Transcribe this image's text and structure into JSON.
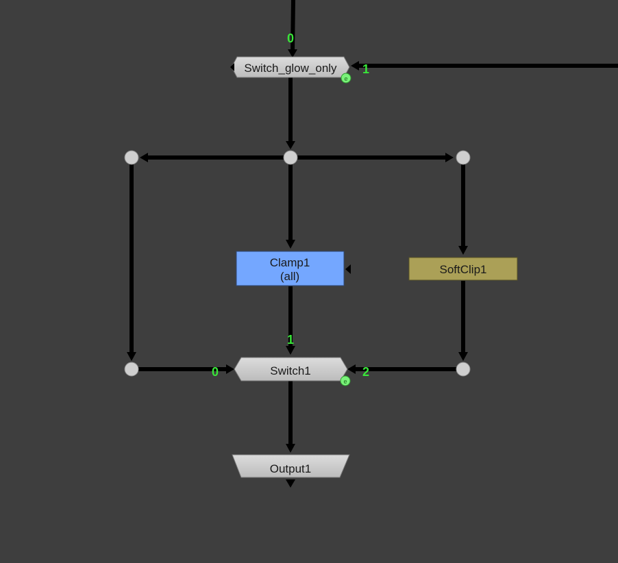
{
  "canvas": {
    "background": "#3e3e3e",
    "edge_color": "#000000",
    "port_label_color": "#39e639",
    "dot_color": "#cfcfcf"
  },
  "nodes": {
    "switch_glow_only": {
      "label": "Switch_glow_only",
      "type": "Switch",
      "color": "#cbcbcb"
    },
    "clamp1": {
      "label": "Clamp1",
      "sublabel": "(all)",
      "type": "Clamp",
      "color": "#74a7ff"
    },
    "softclip1": {
      "label": "SoftClip1",
      "type": "SoftClip",
      "color": "#aba057"
    },
    "switch1": {
      "label": "Switch1",
      "type": "Switch",
      "color": "#cbcbcb"
    },
    "output1": {
      "label": "Output1",
      "type": "Output",
      "color": "#cbcbcb"
    }
  },
  "port_labels": {
    "switch_glow_only_in0": "0",
    "switch_glow_only_in1": "1",
    "switch1_in0": "0",
    "switch1_in1": "1",
    "switch1_in2": "2"
  },
  "icons": {
    "expression_indicator": "green-circle-e-icon",
    "dot": "dot-node-icon",
    "arrow": "arrowhead-icon"
  }
}
